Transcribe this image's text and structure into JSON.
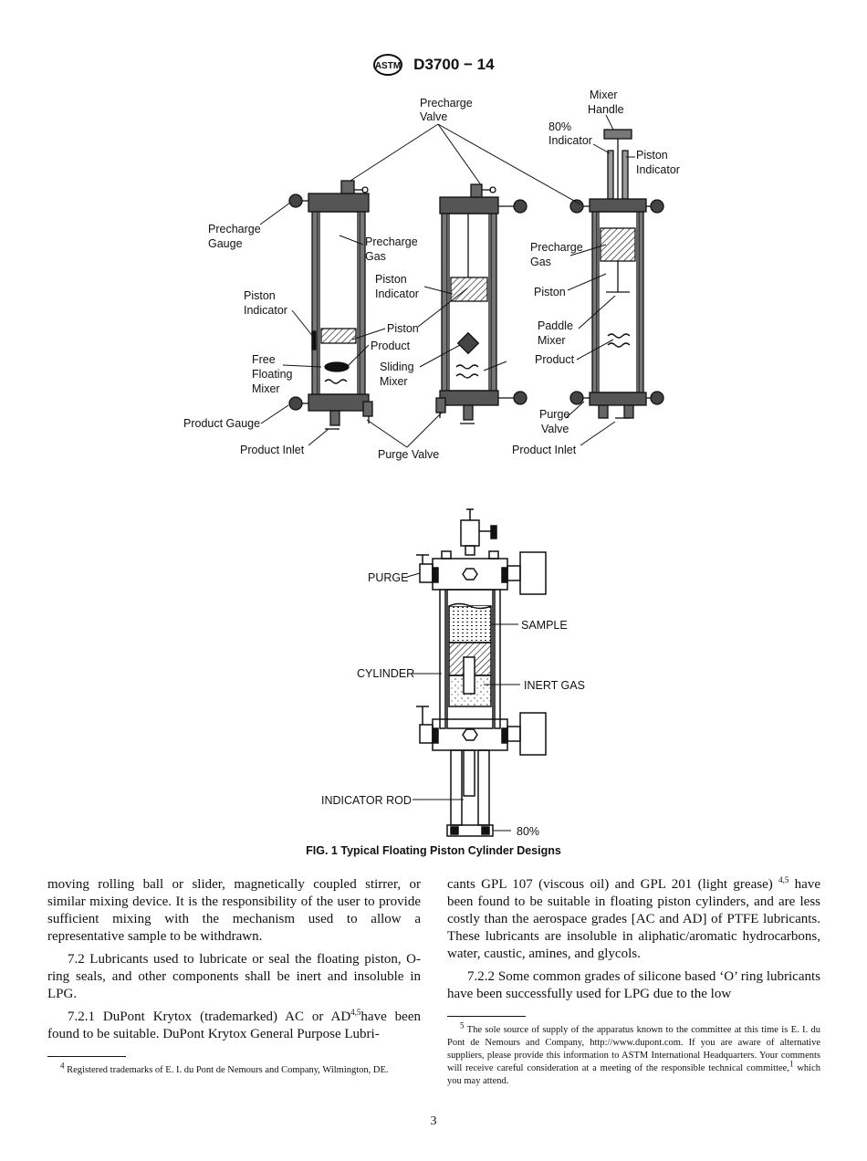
{
  "header": {
    "designation": "D3700 − 14",
    "logo": "astm-logo"
  },
  "figure": {
    "labels_top": {
      "precharge_valve": [
        "Precharge",
        "Valve"
      ],
      "mixer_handle": [
        "Mixer",
        "Handle"
      ],
      "indicator_80": [
        "80%",
        "Indicator"
      ],
      "piston_indicator_right": [
        "Piston",
        "Indicator"
      ],
      "precharge_gauge": [
        "Precharge",
        "Gauge"
      ],
      "precharge_gas_mid": [
        "Precharge",
        "Gas"
      ],
      "precharge_gas_right": [
        "Precharge",
        "Gas"
      ],
      "piston_indicator_left": [
        "Piston",
        "Indicator"
      ],
      "piston_indicator_mid": [
        "Piston",
        "Indicator"
      ],
      "piston_left": "Piston",
      "piston_right": "Piston",
      "paddle_mixer": [
        "Paddle",
        "Mixer"
      ],
      "product_left": "Product",
      "product_right": "Product",
      "free_floating_mixer": [
        "Free",
        "Floating",
        "Mixer"
      ],
      "sliding_mixer": [
        "Sliding",
        "Mixer"
      ],
      "product_gauge": "Product Gauge",
      "product_inlet_left": "Product Inlet",
      "purge_valve_mid": "Purge Valve",
      "purge_valve_right": [
        "Purge",
        "Valve"
      ],
      "product_inlet_right": "Product Inlet"
    },
    "labels_bottom": {
      "purge": "PURGE",
      "sample": "SAMPLE",
      "cylinder": "CYLINDER",
      "inert_gas": "INERT GAS",
      "indicator_rod": "INDICATOR ROD",
      "pct80": "80%"
    },
    "caption": "FIG. 1 Typical Floating Piston Cylinder Designs"
  },
  "body": {
    "col1_p1": "moving rolling ball or slider, magnetically coupled stirrer, or similar mixing device. It is the responsibility of the user to provide sufficient mixing with the mechanism used to allow a representative sample to be withdrawn.",
    "col1_p2": "7.2 Lubricants used to lubricate or seal the floating piston, O-ring seals, and other components shall be inert and insoluble in LPG.",
    "col1_p3_a": "7.2.1 DuPont Krytox (trademarked) AC or AD",
    "col1_p3_sup": "4,5",
    "col1_p3_b": "have been found to be suitable. DuPont Krytox General Purpose Lubri-",
    "col2_p1_a": "cants GPL 107 (viscous oil) and GPL 201 (light grease)",
    "col2_p1_sup": "4,5",
    "col2_p1_b": "have been found to be suitable in floating piston cylinders, and are less costly than the aerospace grades [AC and AD] of PTFE lubricants. These lubricants are insoluble in aliphatic/aromatic hydrocarbons, water, caustic, amines, and glycols.",
    "col2_p2": "7.2.2 Some common grades of silicone based ‘O’ ring lubricants have been successfully used for LPG due to the low",
    "fn4_num": "4",
    "fn4_text": "Registered trademarks of E. I. du Pont de Nemours and Company, Wilmington, DE.",
    "fn5_num": "5",
    "fn5_text_a": "The sole source of supply of the apparatus known to the committee at this time is E. I. du Pont de Nemours and Company, http://www.dupont.com. If you are aware of alternative suppliers, please provide this information to ASTM International Headquarters. Your comments will receive careful consideration at a meeting of the responsible technical committee,",
    "fn5_sup": "1",
    "fn5_text_b": "which you may attend."
  },
  "page_number": "3"
}
